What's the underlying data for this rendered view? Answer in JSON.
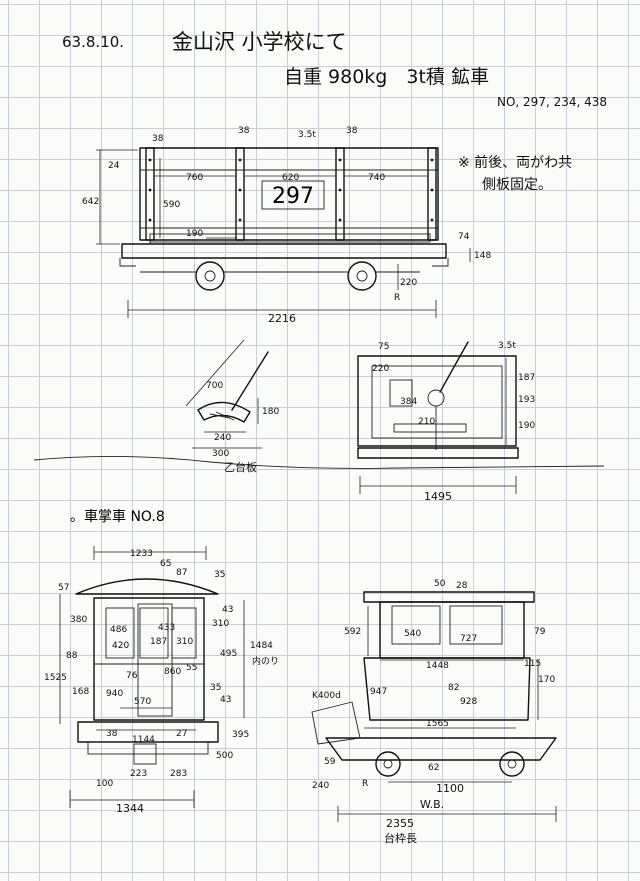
{
  "header": {
    "date": "63.8.10.",
    "place": "金山沢 小学校にて",
    "weight_line": "自重 980kg　3t積 鉱車",
    "numbers": "NO, 297, 234, 438"
  },
  "ore_car": {
    "car_number": "297",
    "note_line1": "※ 前後、両がわ共",
    "note_line2": "側板固定。",
    "capacity_mark": "3.5t",
    "dims": {
      "post_w_left": "38",
      "post_w_mid": "38",
      "post_w_right": "38",
      "top_lip": "24",
      "height": "642",
      "seg_left": "760",
      "seg_mid": "620",
      "seg_right": "740",
      "inner_h": "590",
      "bottom_h": "190",
      "coupler_h": "74",
      "buffer_h": "148",
      "axle_h": "220",
      "wheel_r": "R",
      "length": "2216"
    }
  },
  "brake_lever": {
    "lever_len": "700",
    "lever_h": "180",
    "plate_w": "240",
    "base_w": "300",
    "label": "乙台板"
  },
  "end_view": {
    "corner": "75",
    "top_offset": "220",
    "brake_h": "384",
    "bar_w": "210",
    "right_upper": "187",
    "right_mid": "193",
    "right_lower": "190",
    "width": "1495",
    "capacity_mark": "3.5t"
  },
  "locomotive": {
    "title": "。車掌車 NO.8",
    "front_view": {
      "roof_w": "1233",
      "roof_top": "65",
      "roof_r": "87",
      "roof_c": "35",
      "eave": "57",
      "win_l": "380",
      "win_r": "310",
      "side_43a": "43",
      "door_w": "486",
      "door_h": "310",
      "side_w": "433",
      "inner_a": "420",
      "inner_b": "187",
      "inner_c": "310",
      "height": "1484",
      "inner_label": "内のり",
      "side_88": "88",
      "total_h": "1525",
      "lower_l": "168",
      "lower_h": "495",
      "step_76": "76",
      "door_lower": "940",
      "lower_r": "860",
      "side_55": "55",
      "base_w": "570",
      "side_35": "35",
      "side_43b": "43",
      "frame_38": "38",
      "frame_27": "27",
      "frame_w": "1144",
      "frame_395": "395",
      "step_100": "100",
      "step_223": "223",
      "step_283": "283",
      "step_500": "500",
      "width": "1344"
    },
    "side_view": {
      "roof_50": "50",
      "roof_28": "28",
      "win_h": "592",
      "win_w": "540",
      "win_727": "727",
      "side_79": "79",
      "body_w": "1448",
      "side_115": "115",
      "side_170": "170",
      "side_82": "82",
      "body_928": "928",
      "door_947": "947",
      "motor": "K400d",
      "frame_1565": "1565",
      "step_59": "59",
      "step_62": "62",
      "wheel_r": "R",
      "step_240": "240",
      "wheelbase": "1100",
      "wb_label": "W.B.",
      "frame_len": "2355",
      "frame_label": "台枠長"
    }
  }
}
